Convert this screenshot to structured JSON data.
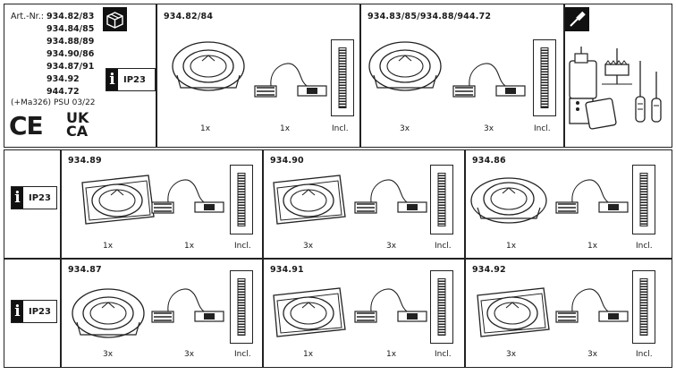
{
  "header": {
    "artnr_label": "Art.-Nr.:",
    "artnr_list": [
      "934.82/83",
      "934.84/85",
      "934.88/89",
      "934.90/86",
      "934.87/91",
      "934.92",
      "944.72"
    ],
    "note": "(+Ma326)",
    "psu": "PSU 03/22",
    "ip_rating": "IP23",
    "marks": {
      "ce": "CE",
      "ukca_top": "UK",
      "ukca_bottom": "CA"
    }
  },
  "top_panels": [
    {
      "title": "934.82/84",
      "qty": [
        "1x",
        "1x",
        "Incl."
      ]
    },
    {
      "title": "934.83/85/934.88/944.72",
      "qty": [
        "3x",
        "3x",
        "Incl."
      ]
    }
  ],
  "rows": [
    {
      "ip": "IP23",
      "panels": [
        {
          "title": "934.89",
          "qty": [
            "1x",
            "1x",
            "Incl."
          ]
        },
        {
          "title": "934.90",
          "qty": [
            "3x",
            "3x",
            "Incl."
          ]
        },
        {
          "title": "934.86",
          "qty": [
            "1x",
            "1x",
            "Incl."
          ]
        }
      ]
    },
    {
      "ip": "IP23",
      "panels": [
        {
          "title": "934.87",
          "qty": [
            "3x",
            "3x",
            "Incl."
          ]
        },
        {
          "title": "934.91",
          "qty": [
            "1x",
            "1x",
            "Incl."
          ]
        },
        {
          "title": "934.92",
          "qty": [
            "3x",
            "3x",
            "Incl."
          ]
        }
      ]
    }
  ],
  "icons": {
    "package": "package-icon",
    "tools": "screwdriver-icon"
  }
}
